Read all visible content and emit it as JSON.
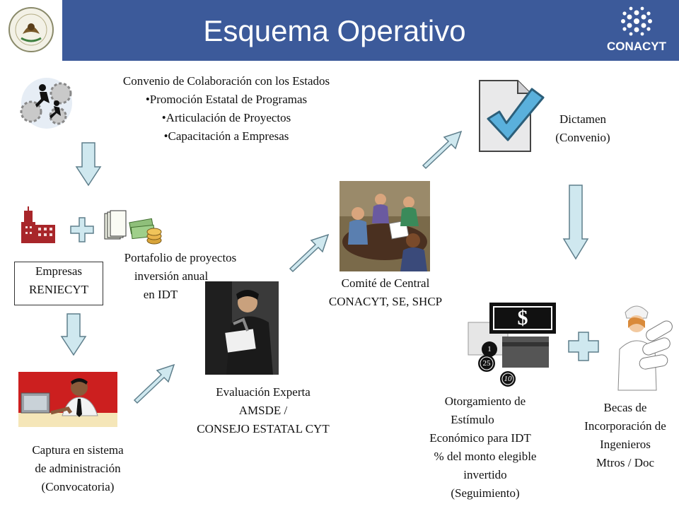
{
  "header": {
    "title": "Esquema Operativo",
    "brand": "CONACYT",
    "band_color": "#3c5a9a",
    "left_logo": "mexico-seal-icon",
    "right_logo": "conacyt-logo"
  },
  "nodes": {
    "convenio": {
      "title": "Convenio de Colaboración con los Estados",
      "bullets": [
        "•Promoción Estatal de Programas",
        "•Articulación de Proyectos",
        "•Capacitación a Empresas"
      ],
      "icon": "people-gears-icon"
    },
    "empresas": {
      "lines": [
        "Empresas",
        "RENIECYT"
      ],
      "icon": "factory-icon"
    },
    "portafolio": {
      "lines": [
        "Portafolio de proyectos",
        "inversión anual",
        "en IDT"
      ],
      "icon": "documents-money-icon"
    },
    "captura": {
      "lines": [
        "Captura en sistema",
        "de administración",
        "(Convocatoria)"
      ],
      "icon": "man-at-computer-icon"
    },
    "evaluacion": {
      "lines": [
        "Evaluación Experta",
        "AMSDE /",
        "CONSEJO ESTATAL CYT"
      ],
      "icon": "man-reading-icon"
    },
    "comite": {
      "lines": [
        "Comité de Central",
        "CONACYT,  SE, SHCP"
      ],
      "icon": "meeting-icon"
    },
    "dictamen": {
      "lines": [
        "Dictamen",
        "(Convenio)"
      ],
      "icon": "checked-document-icon"
    },
    "otorgamiento": {
      "lines": [
        "Otorgamiento de",
        "Estímulo",
        "Económico para IDT",
        "% del monto elegible",
        "invertido",
        "(Seguimiento)"
      ],
      "icon": "money-icon",
      "symbols": {
        "dollar": "$",
        "coin1": "1",
        "coin25": "25",
        "coin10": "10"
      }
    },
    "becas": {
      "lines": [
        "Becas de",
        "Incorporación de",
        "Ingenieros",
        "Mtros / Doc"
      ],
      "icon": "engineer-icon"
    }
  },
  "colors": {
    "arrow_fill": "#cfe8ef",
    "arrow_stroke": "#5f7f8c",
    "plus_fill": "#cfe8ef"
  }
}
